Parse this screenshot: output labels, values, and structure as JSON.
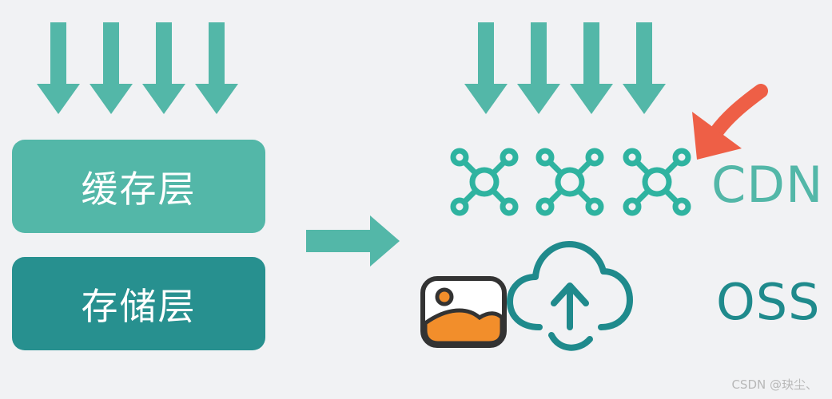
{
  "left": {
    "cache_layer_label": "缓存层",
    "storage_layer_label": "存储层"
  },
  "right": {
    "cdn_label": "CDN",
    "oss_label": "OSS"
  },
  "watermark": "CSDN @玦尘、",
  "icons": {
    "request_arrows": "down-arrow-icon",
    "transition_arrow": "right-arrow-icon",
    "highlight_arrow": "curved-arrow-icon",
    "cdn_nodes": "network-node-icon",
    "image": "image-icon",
    "upload": "cloud-upload-icon"
  },
  "colors": {
    "teal_light": "#53b7a8",
    "teal_dark": "#27908f",
    "highlight": "#ee5f46",
    "image_orange": "#f28e2b"
  }
}
